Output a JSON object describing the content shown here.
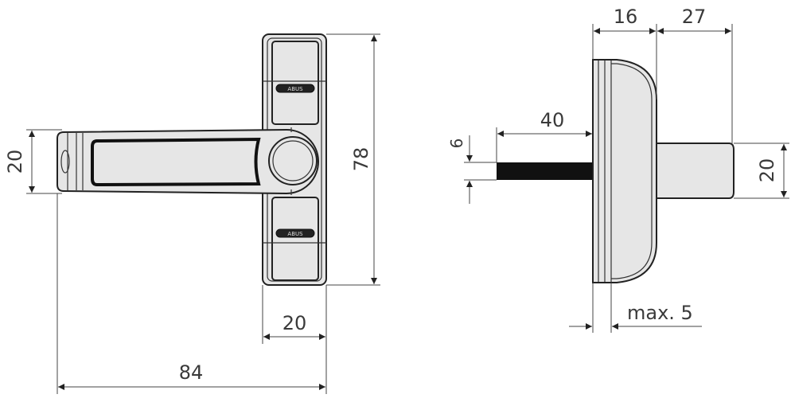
{
  "front_view": {
    "brand_mark_top": "ABUS",
    "brand_mark_bottom": "ABUS",
    "dimensions": {
      "arm_height": "20",
      "total_height": "78",
      "plate_width": "20",
      "total_length": "84"
    }
  },
  "side_view": {
    "dimensions": {
      "plate_depth": "16",
      "knob_length": "27",
      "screw_length": "40",
      "screw_diameter": "6",
      "knob_diameter": "20",
      "gap_max": "max. 5"
    }
  },
  "colors": {
    "fill": "#e6e6e6",
    "outline": "#222222",
    "dimension_line": "#444444"
  }
}
